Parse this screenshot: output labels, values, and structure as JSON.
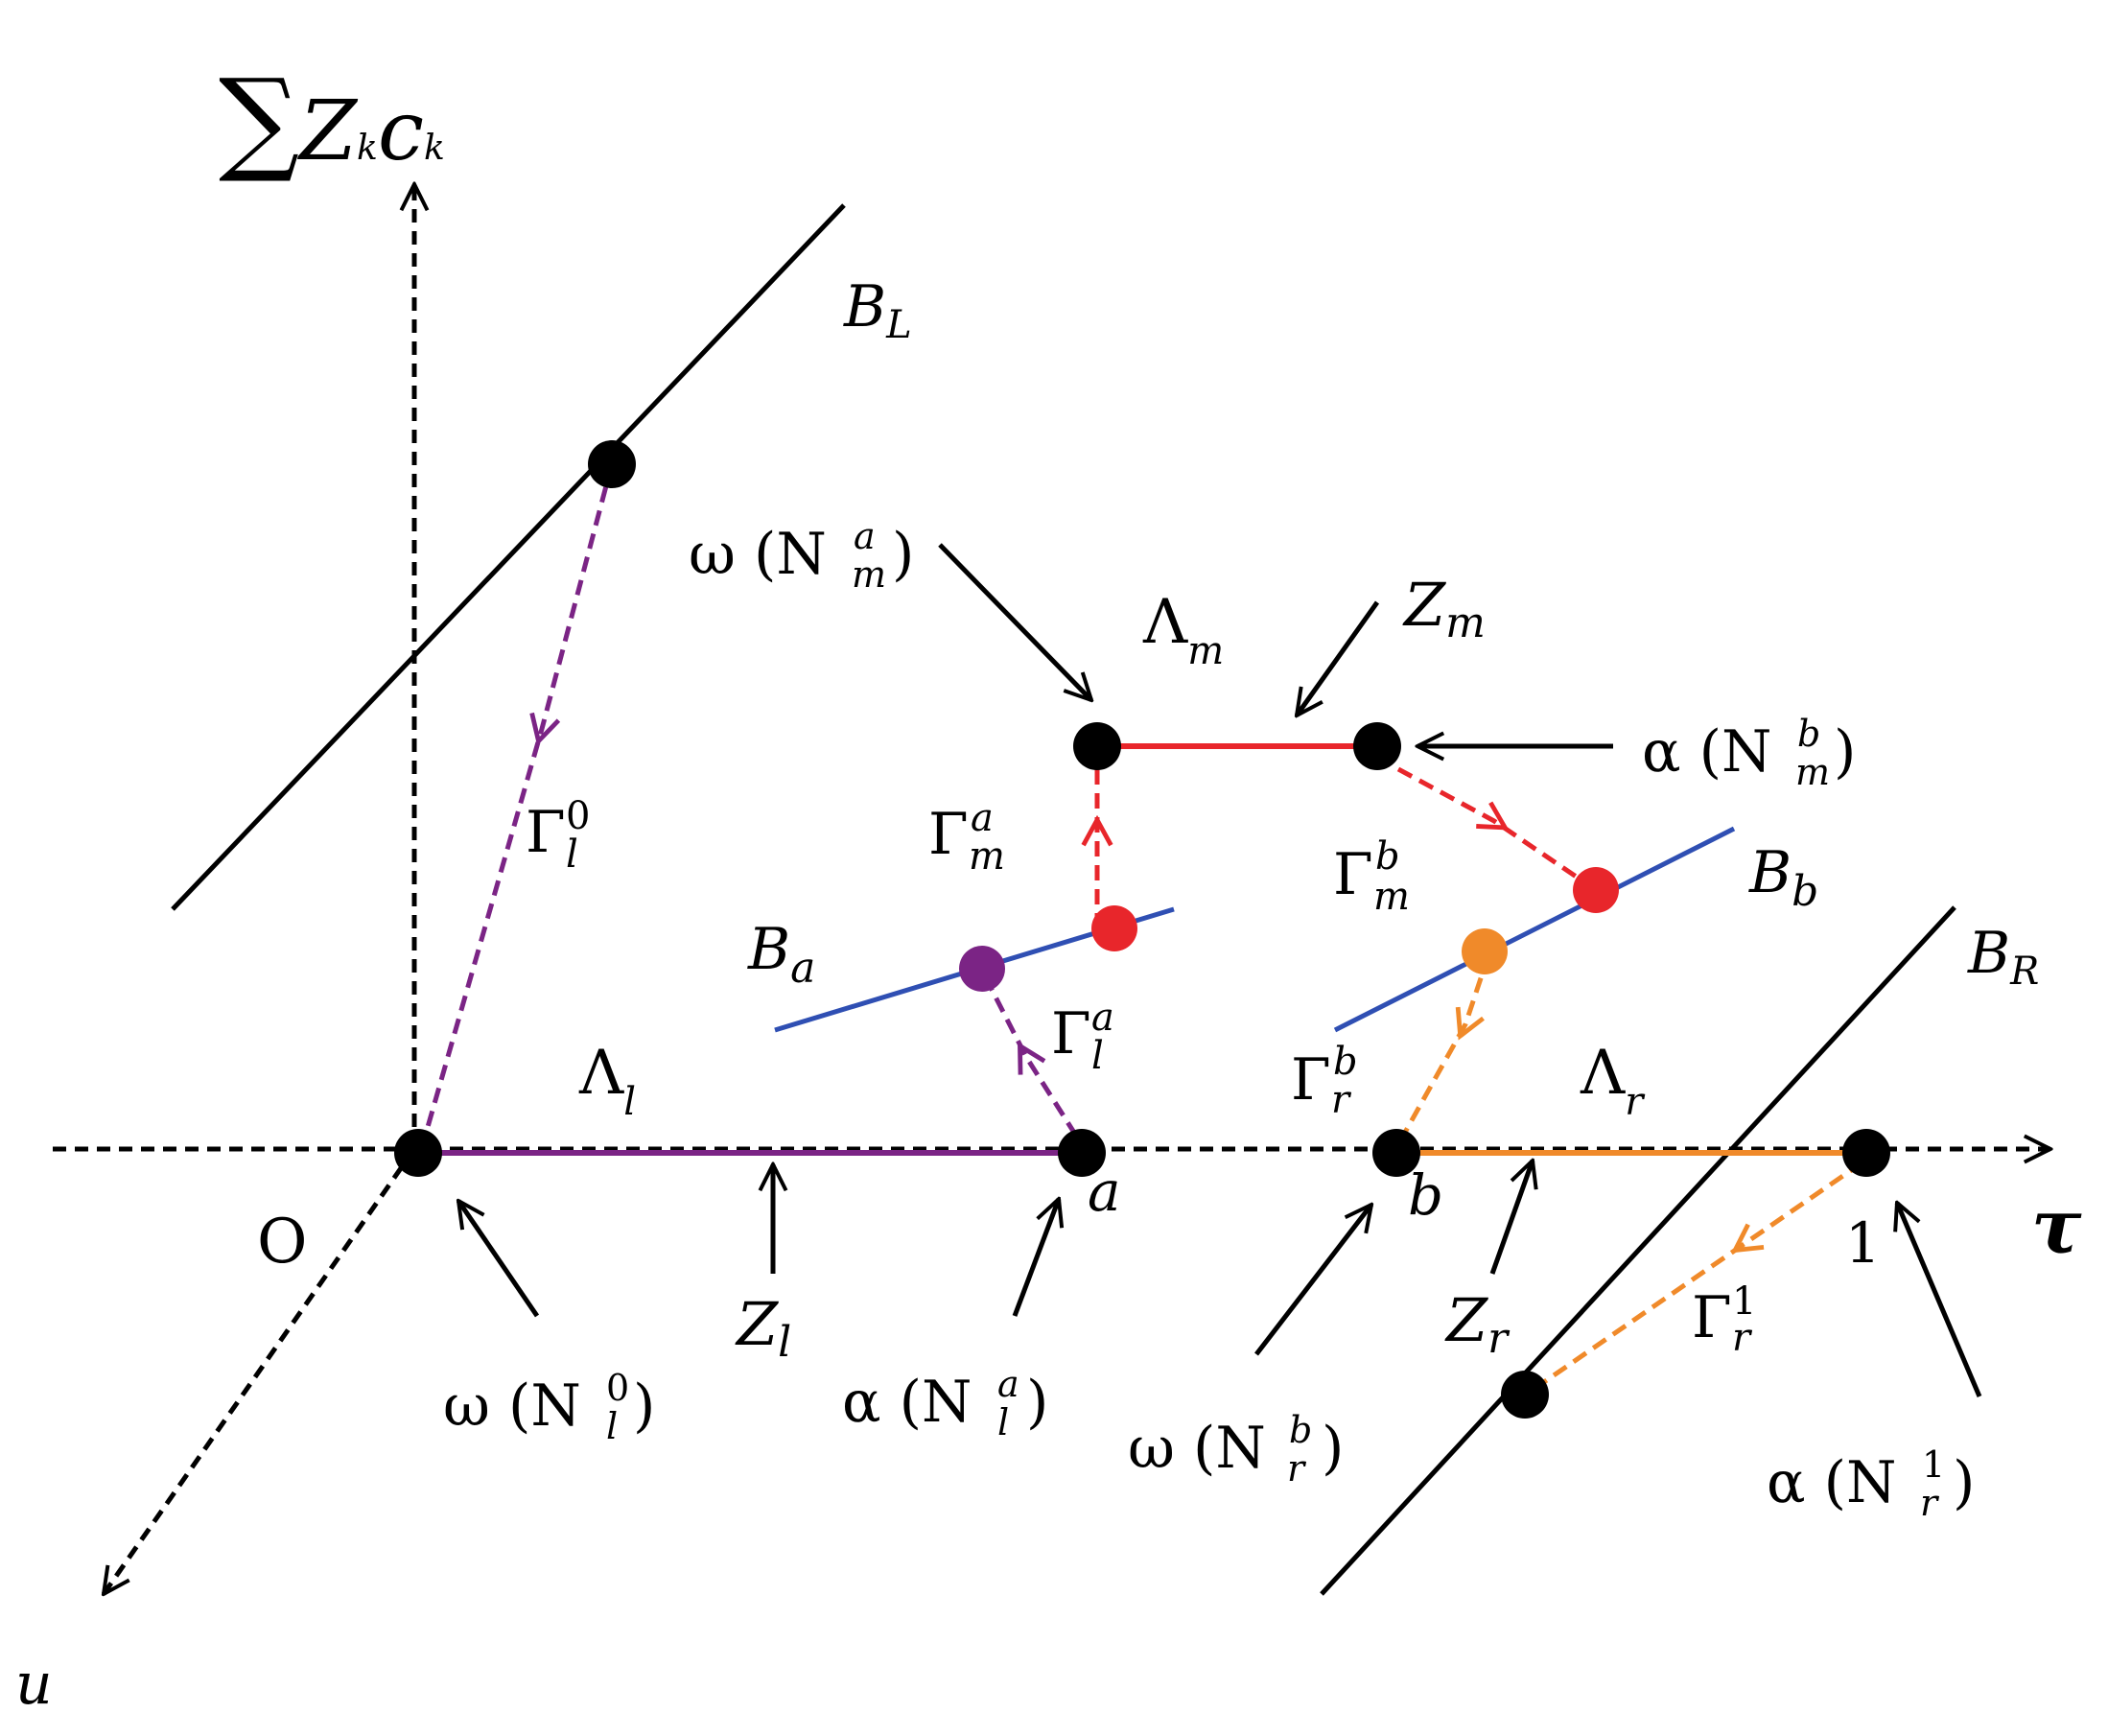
{
  "colors": {
    "black": "#000000",
    "purple": "#7b2485",
    "red": "#e8262b",
    "orange": "#f08a2a",
    "blue": "#2f4fb3"
  },
  "labels": {
    "vertical_axis": {
      "sum": "∑",
      "z": "Z",
      "k1": "k",
      "c": "c",
      "k2": "k"
    },
    "origin": "O",
    "tau": "τ",
    "u": "u",
    "one": "1",
    "a": "a",
    "b": "b",
    "BL": {
      "base": "B",
      "sub": "L"
    },
    "BR": {
      "base": "B",
      "sub": "R"
    },
    "Ba": {
      "base": "B",
      "sub": "a"
    },
    "Bb": {
      "base": "B",
      "sub": "b"
    },
    "Lambda_l": {
      "base": "Λ",
      "sub": "l"
    },
    "Lambda_m": {
      "base": "Λ",
      "sub": "m"
    },
    "Lambda_r": {
      "base": "Λ",
      "sub": "r"
    },
    "Zl": {
      "base": "Z",
      "sub": "l"
    },
    "Zm": {
      "base": "Z",
      "sub": "m"
    },
    "Zr": {
      "base": "Z",
      "sub": "r"
    },
    "Gamma_l_0": {
      "base": "Γ",
      "sup": "0",
      "sub": "l"
    },
    "Gamma_l_a": {
      "base": "Γ",
      "sup": "a",
      "sub": "l"
    },
    "Gamma_m_a": {
      "base": "Γ",
      "sup": "a",
      "sub": "m"
    },
    "Gamma_m_b": {
      "base": "Γ",
      "sup": "b",
      "sub": "m"
    },
    "Gamma_r_b": {
      "base": "Γ",
      "sup": "b",
      "sub": "r"
    },
    "Gamma_r_1": {
      "base": "Γ",
      "sup": "1",
      "sub": "r"
    },
    "omega_Nl0": {
      "fn": "ω (N",
      "sup": "0",
      "sub": "l",
      "close": ")"
    },
    "alpha_Nla": {
      "fn": "α (N",
      "sup": "a",
      "sub": "l",
      "close": ")"
    },
    "omega_Nma": {
      "fn": "ω (N",
      "sup": "a",
      "sub": "m",
      "close": ")"
    },
    "alpha_Nmb": {
      "fn": "α (N",
      "sup": "b",
      "sub": "m",
      "close": ")"
    },
    "omega_Nrb": {
      "fn": "ω (N",
      "sup": "b",
      "sub": "r",
      "close": ")"
    },
    "alpha_Nr1": {
      "fn": "α (N",
      "sup": "1",
      "sub": "r",
      "close": ")"
    }
  }
}
